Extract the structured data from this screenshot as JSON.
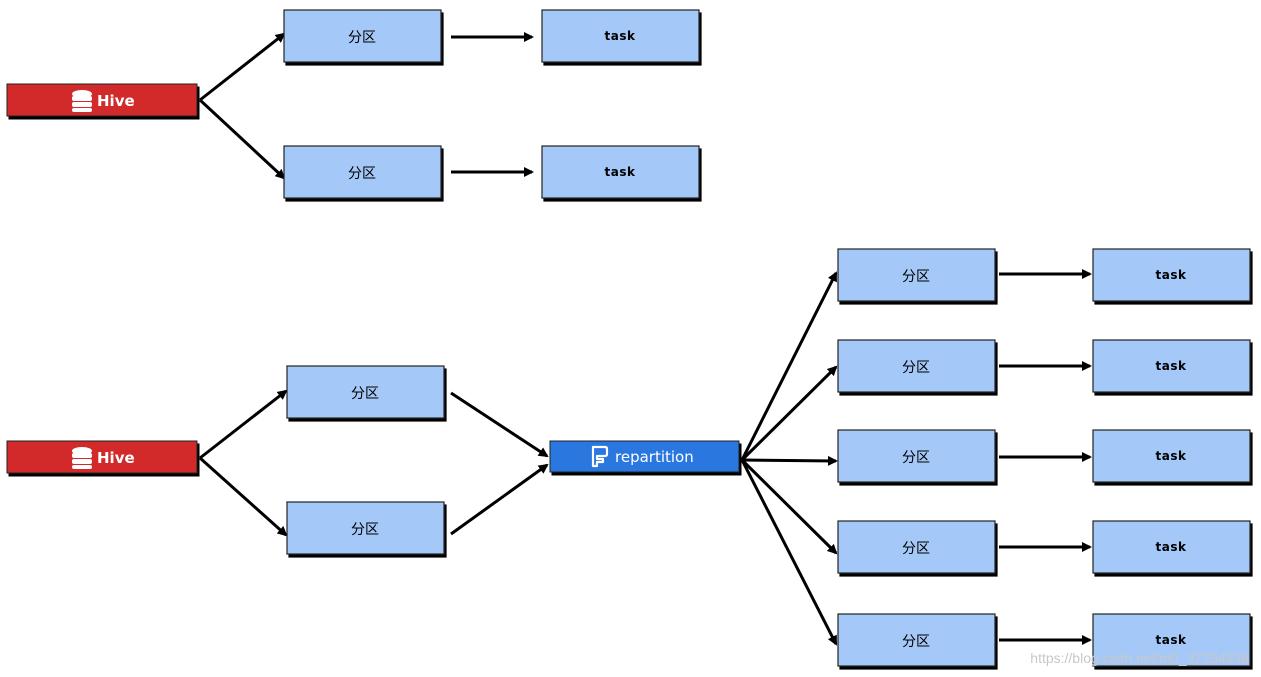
{
  "diagram": {
    "top": {
      "source": {
        "label": "Hive",
        "icon": "database-icon"
      },
      "partitions": [
        {
          "label": "分区",
          "task": "task"
        },
        {
          "label": "分区",
          "task": "task"
        }
      ]
    },
    "bottom": {
      "source": {
        "label": "Hive",
        "icon": "database-icon"
      },
      "partitions": [
        {
          "label": "分区"
        },
        {
          "label": "分区"
        }
      ],
      "repartition": {
        "label": "repartition",
        "icon": "repartition-icon"
      },
      "outputs": [
        {
          "label": "分区",
          "task": "task"
        },
        {
          "label": "分区",
          "task": "task"
        },
        {
          "label": "分区",
          "task": "task"
        },
        {
          "label": "分区",
          "task": "task"
        },
        {
          "label": "分区",
          "task": "task"
        }
      ]
    }
  },
  "watermark": "https://blog.csdn.net/m0_37294838",
  "colors": {
    "hive": "#d22b2b",
    "repartition": "#2a77e0",
    "box_fill": "#a4c8f8",
    "arrow": "#000000"
  }
}
